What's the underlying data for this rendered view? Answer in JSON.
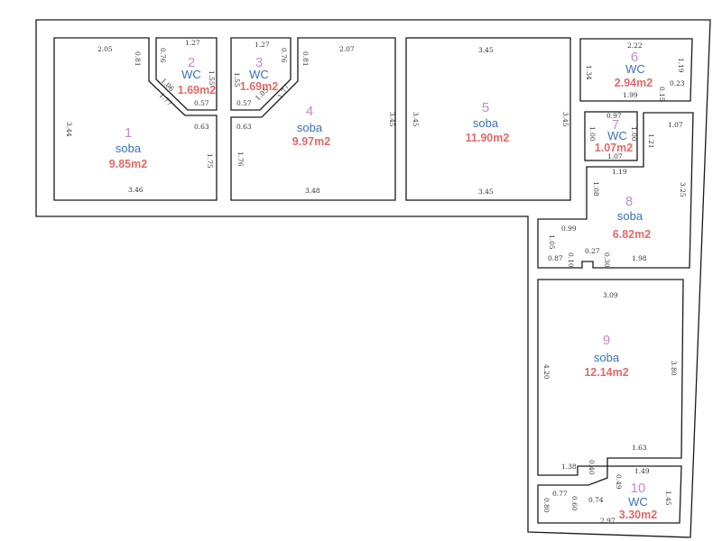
{
  "colors": {
    "number": "#c58ac9",
    "name": "#3a72b5",
    "area": "#e06a6a",
    "wall": "#1a1a1a"
  },
  "rooms": [
    {
      "number": "1",
      "name": "soba",
      "area": "9.85m2"
    },
    {
      "number": "2",
      "name": "WC",
      "area": "1.69m2"
    },
    {
      "number": "3",
      "name": "WC",
      "area": "1.69m2"
    },
    {
      "number": "4",
      "name": "soba",
      "area": "9.97m2"
    },
    {
      "number": "5",
      "name": "soba",
      "area": "11.90m2"
    },
    {
      "number": "6",
      "name": "WC",
      "area": "2.94m2"
    },
    {
      "number": "7",
      "name": "WC",
      "area": "1.07m2"
    },
    {
      "number": "8",
      "name": "soba",
      "area": "6.82m2"
    },
    {
      "number": "9",
      "name": "soba",
      "area": "12.14m2"
    },
    {
      "number": "10",
      "name": "WC",
      "area": "3.30m2"
    }
  ],
  "dimensions": {
    "r1_top": "2.05",
    "r1_left": "3.44",
    "r1_bottom": "3.46",
    "r1_right": "1.75",
    "r1_a": "0.81",
    "r1_b": "0.63",
    "r1_c": "1.77",
    "r2_top": "1.27",
    "r2_left": "0.76",
    "r2_right": "1.55",
    "r2_bottom": "0.57",
    "r2_diag": "1.06",
    "r3_top": "1.27",
    "r3_left": "1.55",
    "r3_right": "0.76",
    "r3_bottom": "0.57",
    "r3_diag": "1.05",
    "r4_top": "2.07",
    "r4_right": "3.45",
    "r4_bottom": "3.48",
    "r4_left": "1.76",
    "r4_a": "0.81",
    "r4_b": "0.63",
    "r4_c": "1.77",
    "r5_top": "3.45",
    "r5_left": "3.45",
    "r5_right": "3.45",
    "r5_bottom": "3.45",
    "r6_top": "2.22",
    "r6_left": "1.34",
    "r6_right": "1.19",
    "r6_bottom": "1.99",
    "r6_a": "0.23",
    "r6_b": "0.15",
    "r7_top": "0.97",
    "r7_left": "1.00",
    "r7_right": "1.00",
    "r7_bottom": "1.07",
    "r8_top": "1.07",
    "r8_a": "1.21",
    "r8_right": "3.25",
    "r8_b": "1.19",
    "r8_c": "1.08",
    "r8_left": "1.05",
    "r8_d": "0.99",
    "r8_e": "0.87",
    "r8_f": "0.10",
    "r8_g": "0.27",
    "r8_h": "0.30",
    "r8_bottom": "1.98",
    "r9_top": "3.09",
    "r9_left": "4.20",
    "r9_right": "3.80",
    "r9_bottom": "1.63",
    "r9_a": "1.38",
    "r9_b": "0.40",
    "r10_top": "1.49",
    "r10_a": "0.49",
    "r10_right": "1.45",
    "r10_left": "0.80",
    "r10_b": "0.77",
    "r10_c": "0.60",
    "r10_d": "0.74",
    "r10_bottom": "2.97"
  }
}
